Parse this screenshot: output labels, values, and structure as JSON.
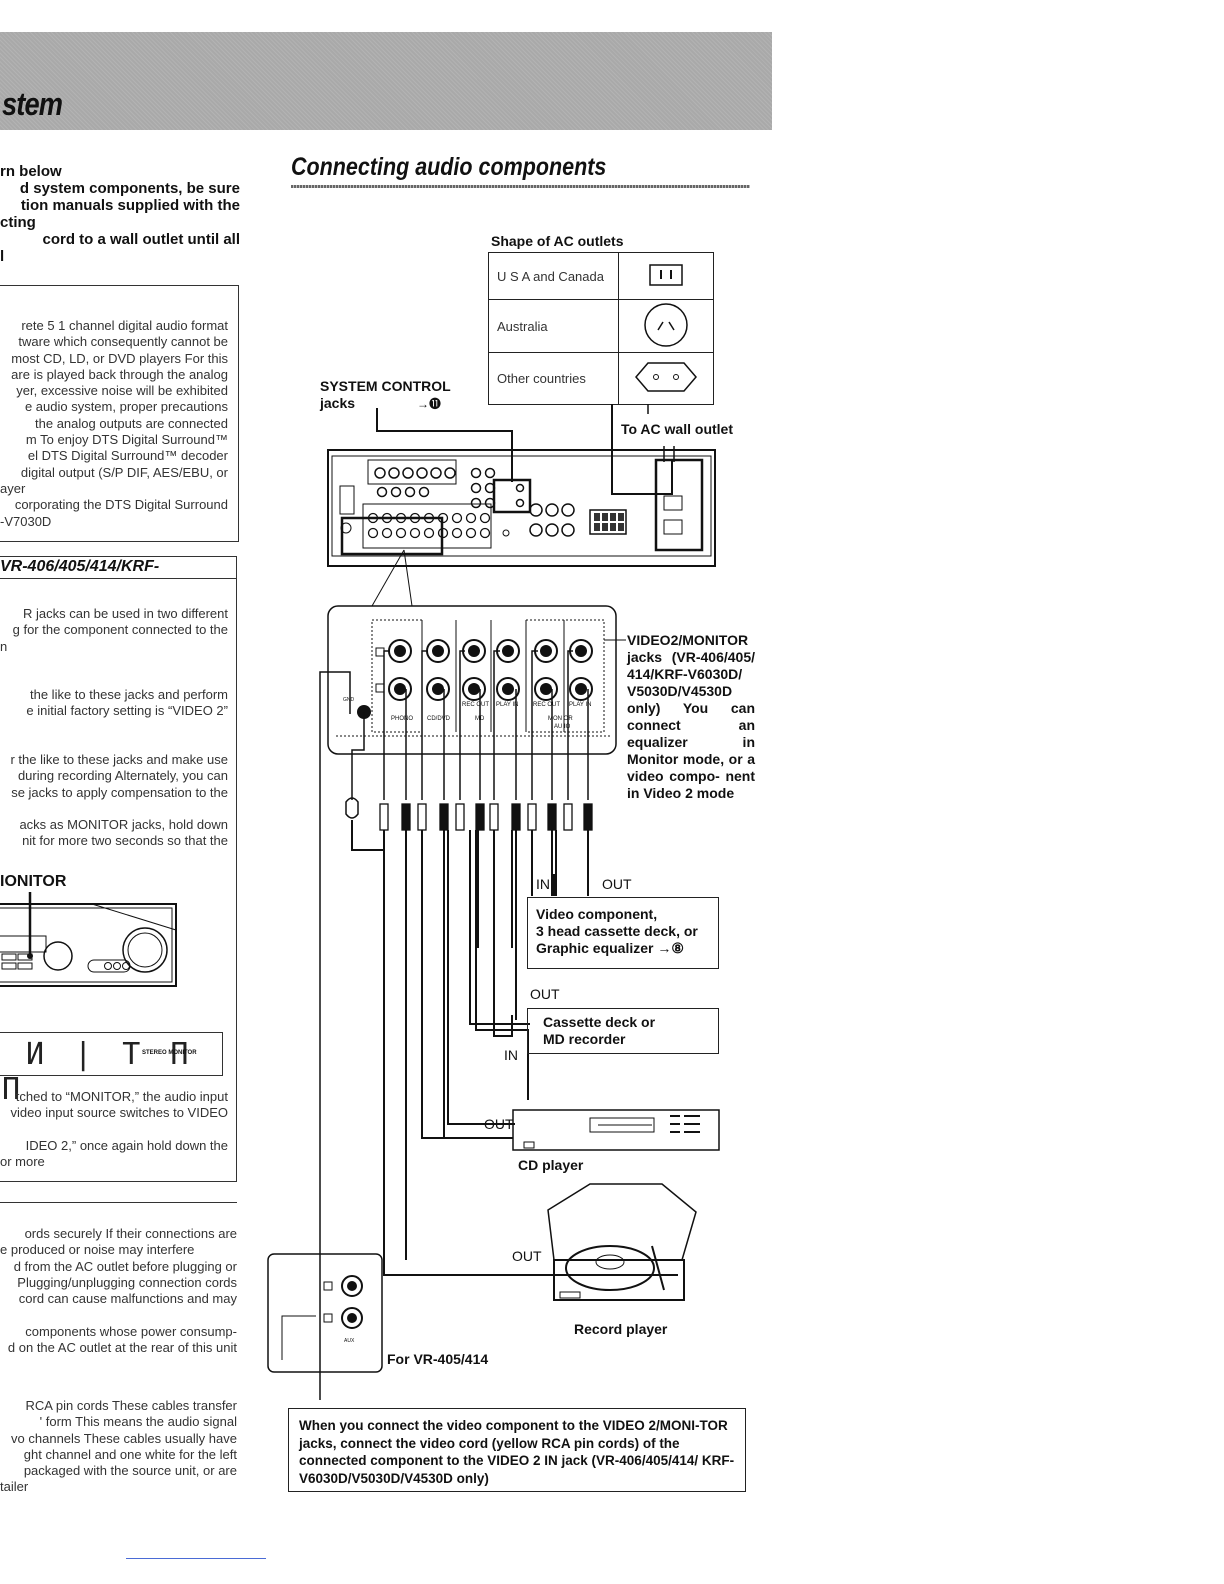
{
  "header": {
    "title": "stem"
  },
  "intro": {
    "lines": [
      "rn below",
      "d system components, be sure",
      "tion manuals supplied with the",
      "cting",
      " cord to a wall outlet until all",
      "l"
    ]
  },
  "dts_box": {
    "lines": [
      "rete 5 1 channel digital audio format",
      "tware which consequently cannot be",
      "most CD, LD, or DVD players  For this",
      "are is played back through the analog",
      "yer, excessive noise will be exhibited",
      "e audio system, proper precautions",
      " the analog outputs are connected",
      "m  To enjoy DTS Digital Surround™",
      "el DTS Digital Surround™ decoder",
      " digital output (S/P DIF, AES/EBU, or",
      "ayer",
      "corporating the DTS Digital Surround",
      "-V7030D"
    ]
  },
  "vr_box": {
    "title": " VR-406/405/414/KRF-",
    "para1": [
      "R jacks can be used in two different",
      "g for the component connected to the",
      "n"
    ],
    "para2": [
      " the like to these jacks and perform",
      "e initial factory setting is “VIDEO 2”"
    ],
    "para3": [
      "r the like to these jacks and make use",
      "during recording  Alternately, you can",
      "se jacks to apply compensation to the"
    ],
    "para4": [
      "acks as MONITOR jacks, hold down",
      "nit for more two seconds so that the"
    ],
    "monitor_label": "IONITOR",
    "display_text": " И | T Π Π",
    "display_indicators": "STEREO  MONITOR",
    "para5": [
      "tched to “MONITOR,” the audio input",
      "video input source switches to VIDEO"
    ],
    "para6": [
      "IDEO 2,” once again hold down the",
      " or more"
    ]
  },
  "notes": {
    "para1": [
      "ords securely  If their connections are",
      "e produced or noise may interfere",
      "d from the AC outlet before plugging or",
      " Plugging/unplugging connection cords",
      "cord can cause malfunctions and may"
    ],
    "para2": [
      " components whose power consump-",
      "d on the AC outlet at the rear of this unit"
    ],
    "para3": [
      "RCA pin cords  These cables transfer",
      "' form  This means the audio signal",
      "vo channels  These cables usually have",
      "ght channel and one white for the left",
      "packaged with the source unit, or are",
      "tailer"
    ]
  },
  "section": {
    "title": "Connecting audio components"
  },
  "ac_outlets": {
    "title": "Shape of AC outlets",
    "rows": [
      "U S A  and Canada",
      "Australia",
      "Other countries"
    ]
  },
  "labels": {
    "system_control": "SYSTEM CONTROL",
    "jacks": "jacks",
    "ref12": "→⓫",
    "to_ac": "To AC wall outlet",
    "video2_note": "VIDEO2/MONITOR jacks (VR-406/405/ 414/KRF-V6030D/ V5030D/V4530D only) You can connect an equalizer in Monitor mode, or a video compo- nent in Video 2 mode",
    "in1": "IN",
    "out1": "OUT",
    "video_component": "Video component,",
    "video_component2": "3 head cassette deck, or",
    "video_component3": "Graphic equalizer    →⑧",
    "out2": "OUT",
    "cassette1": "Cassette deck or",
    "cassette2": "MD recorder",
    "in2": "IN",
    "out3": "OUT",
    "cd_player": "CD player",
    "out4": "OUT",
    "record_player": "Record player",
    "for_vr": "For VR-405/414",
    "jack_phono": "PHONO",
    "jack_cddvd": "CD/DVD",
    "jack_recout": "REC OUT",
    "jack_playin": "PLAY IN",
    "jack_md": "MD",
    "jack_monitor": "MON  OR",
    "jack_audio": "AU   IO",
    "jack_gnd": "GND",
    "jack_aux": "AUX"
  },
  "note_box": {
    "text": "When you connect the video component to the VIDEO 2/MONI-TOR jacks, connect the video cord (yellow RCA pin cords) of the connected component to the VIDEO 2 IN jack (VR-406/405/414/ KRF-V6030D/V5030D/V4530D only)"
  }
}
